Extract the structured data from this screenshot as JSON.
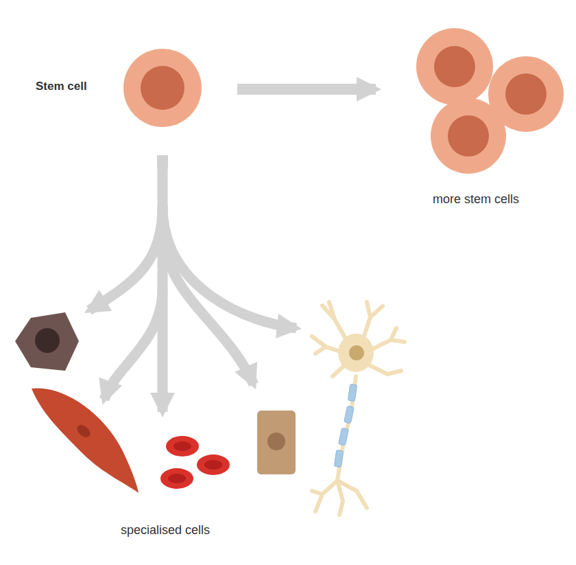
{
  "diagram": {
    "labels": [
      "Stem cell",
      "more stem cells",
      "specialised cells"
    ]
  }
}
